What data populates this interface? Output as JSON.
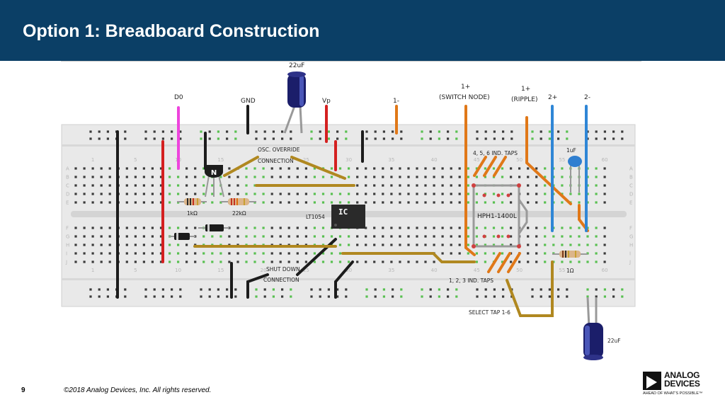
{
  "slide": {
    "title": "Option 1: Breadboard Construction",
    "page_number": "9",
    "copyright": "©2018 Analog Devices, Inc. All rights reserved."
  },
  "logo": {
    "line1": "ANALOG",
    "line2": "DEVICES",
    "tagline": "AHEAD OF WHAT'S POSSIBLE™"
  },
  "labels": {
    "cap_top": "22uF",
    "d0": "D0",
    "gnd": "GND",
    "vp": "Vp",
    "one_minus": "1-",
    "one_plus_switch": "1+",
    "switch_node": "(SWITCH NODE)",
    "one_plus_ripple": "1+",
    "ripple": "(RIPPLE)",
    "two_plus": "2+",
    "two_minus": "2-",
    "osc_override": "OSC. OVERRIDE",
    "osc_connection": "CONNECTION",
    "taps_456": "4, 5, 6 IND. TAPS",
    "cap_1uf": "1uF",
    "r_1k": "1kΩ",
    "r_22k": "22kΩ",
    "ic_name": "LT1054",
    "ic_mark": "IC",
    "transformer": "HPH1-1400L",
    "transistor": "N",
    "shutdown": "SHUT DOWN",
    "shutdown_connection": "CONNECTION",
    "taps_123": "1, 2, 3 IND. TAPS",
    "r_1ohm": "1Ω",
    "select_tap": "SELECT TAP 1-6",
    "cap_bottom": "22uF"
  },
  "breadboard": {
    "column_numbers": [
      "1",
      "5",
      "10",
      "15",
      "20",
      "25",
      "30",
      "35",
      "40",
      "45",
      "50",
      "55",
      "60"
    ],
    "row_letters_top": [
      "A",
      "B",
      "C",
      "D",
      "E"
    ],
    "row_letters_bottom": [
      "F",
      "G",
      "H",
      "I",
      "J"
    ]
  },
  "colors": {
    "header": "#0b3f66",
    "wire_red": "#d42020",
    "wire_black": "#1c1c1c",
    "wire_orange": "#e07818",
    "wire_blue": "#2f86d6",
    "wire_magenta": "#ee44dd",
    "wire_gold": "#b08820",
    "hole_active": "#58c050"
  }
}
